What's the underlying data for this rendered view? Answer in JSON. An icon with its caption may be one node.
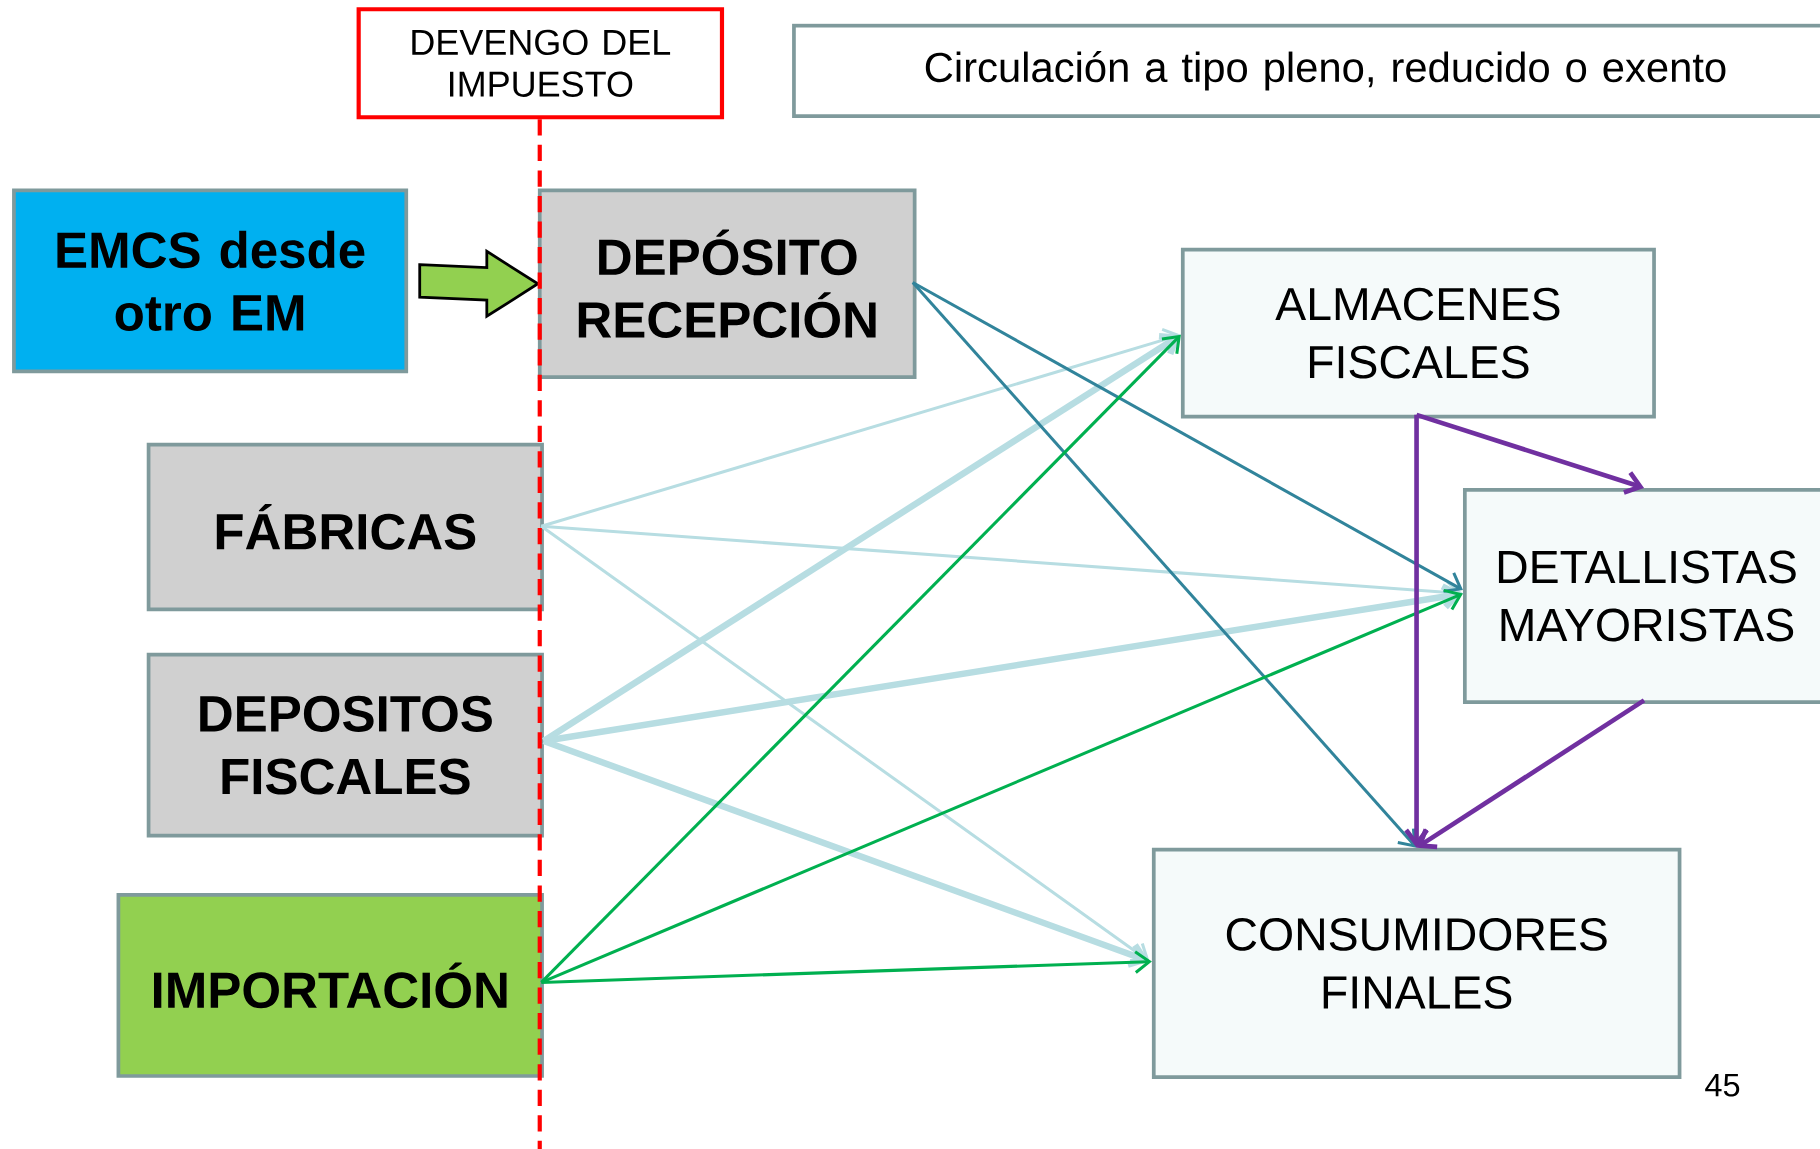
{
  "diagram": {
    "nodes": [
      {
        "text": [
          "DEVENGO DEL IMPUESTO"
        ]
      },
      {
        "text": [
          "Circulación a tipo pleno, reducido o exento"
        ]
      },
      {
        "text": [
          "EMCS desde otro EM"
        ]
      },
      {
        "text": [
          "DEPÓSITO RECEPCIÓN"
        ]
      },
      {
        "text": [
          "ALMACENES FISCALES"
        ]
      },
      {
        "text": [
          "FÁBRICAS"
        ]
      },
      {
        "text": [
          "DETALLISTAS MAYORISTAS"
        ]
      },
      {
        "text": [
          "DEPOSITOS FISCALES"
        ]
      },
      {
        "text": [
          "IMPORTACIÓN"
        ]
      },
      {
        "text": [
          "CONSUMIDORES FINALES"
        ]
      }
    ],
    "edges": [
      {
        "from": 2,
        "to": 3,
        "arrow": "to",
        "style": "thick",
        "color": "#92d050"
      },
      {
        "from": 5,
        "to": 4,
        "arrow": "to"
      },
      {
        "from": 5,
        "to": 6,
        "arrow": "to"
      },
      {
        "from": 5,
        "to": 9,
        "arrow": "to"
      },
      {
        "from": 7,
        "to": 4,
        "arrow": "to",
        "style": "thick"
      },
      {
        "from": 7,
        "to": 6,
        "arrow": "to",
        "style": "thick"
      },
      {
        "from": 7,
        "to": 9,
        "arrow": "to",
        "style": "thick"
      },
      {
        "from": 3,
        "to": 6,
        "arrow": "to",
        "color": "#31849b"
      },
      {
        "from": 3,
        "to": 9,
        "arrow": "to",
        "color": "#31849b"
      },
      {
        "from": 8,
        "to": 4,
        "arrow": "to",
        "color": "#00b050"
      },
      {
        "from": 8,
        "to": 6,
        "arrow": "to",
        "color": "#00b050"
      },
      {
        "from": 8,
        "to": 9,
        "arrow": "to",
        "color": "#00b050"
      },
      {
        "from": 4,
        "to": 6,
        "arrow": "to",
        "color": "#7030a0"
      },
      {
        "from": 4,
        "to": 9,
        "arrow": "to",
        "color": "#7030a0"
      },
      {
        "from": 6,
        "to": 9,
        "arrow": "to",
        "color": "#7030a0"
      }
    ],
    "labels": [
      "45"
    ]
  }
}
